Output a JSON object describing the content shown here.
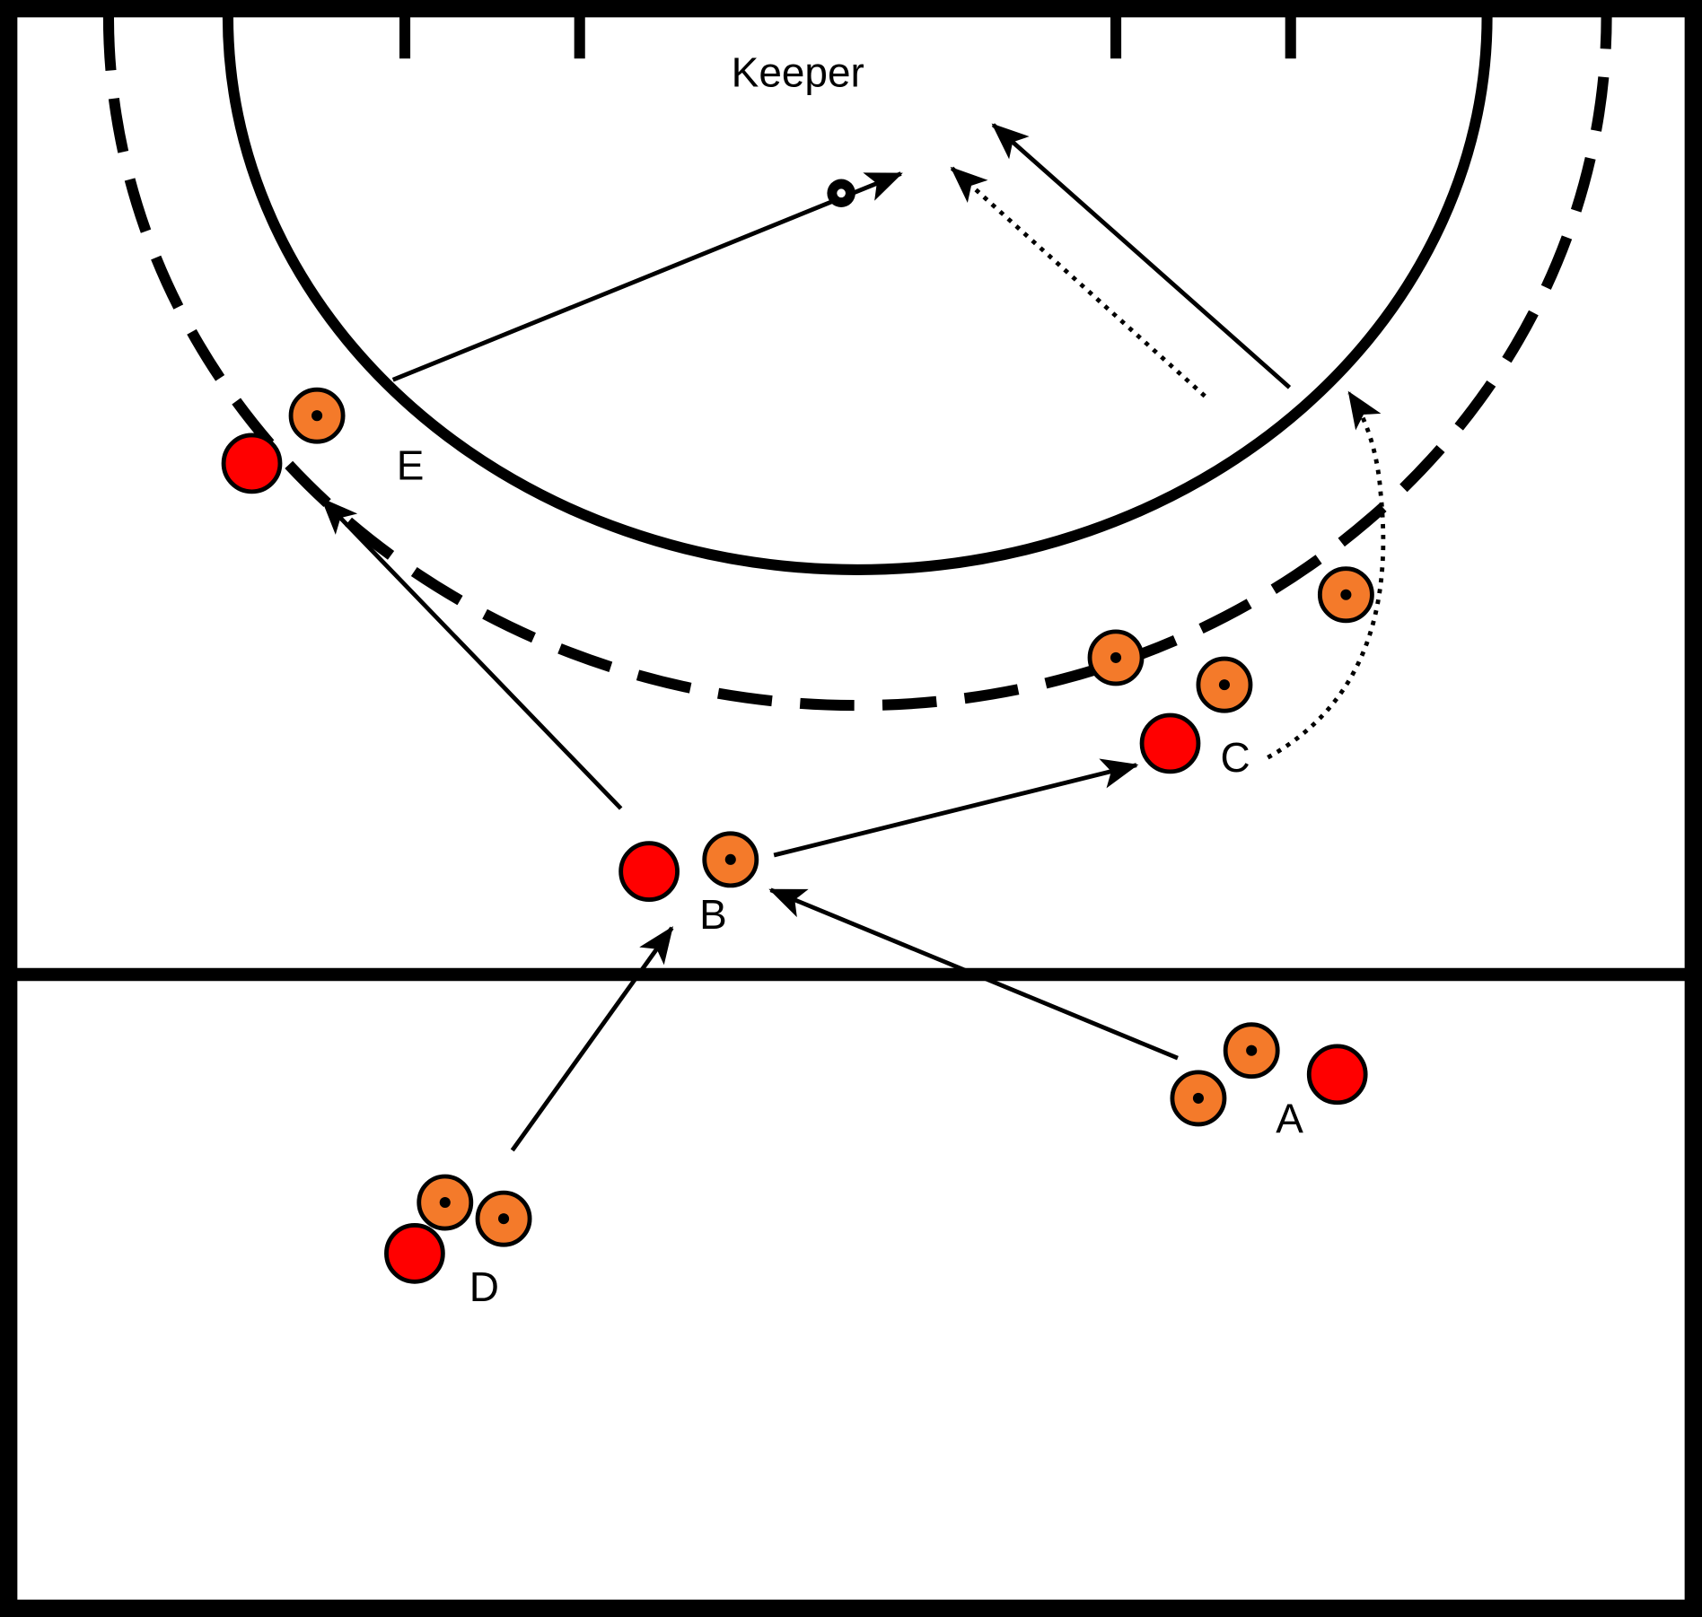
{
  "diagram": {
    "goal_label": "Keeper",
    "groups": [
      {
        "id": "A",
        "label": "A"
      },
      {
        "id": "B",
        "label": "B"
      },
      {
        "id": "C",
        "label": "C"
      },
      {
        "id": "D",
        "label": "D"
      },
      {
        "id": "E",
        "label": "E"
      }
    ],
    "colors": {
      "player": "#ff0000",
      "cone": "#f47a2a",
      "lines": "#000000"
    }
  }
}
